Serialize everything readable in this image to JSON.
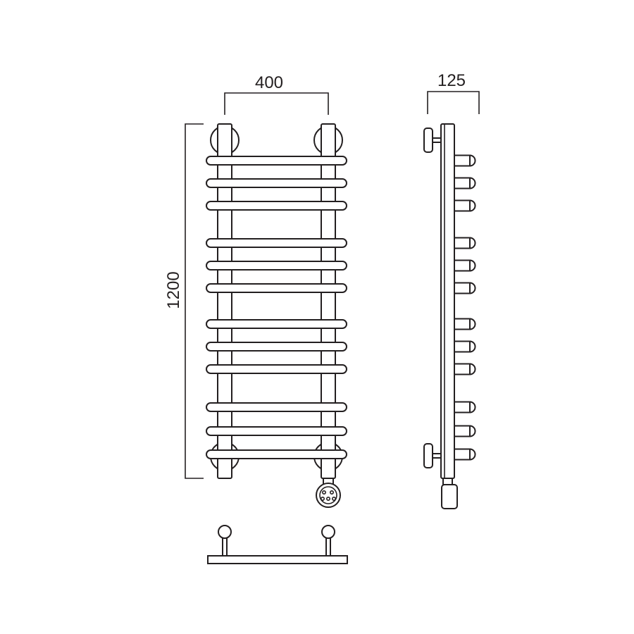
{
  "dimensions": {
    "width": "400",
    "depth": "125",
    "height": "1200"
  },
  "front_view": {
    "rung_count": 12
  },
  "side_view": {
    "rung_count": 12
  },
  "top_view": {
    "post_count": 2
  },
  "colors": {
    "line": "#231f20",
    "background": "#ffffff"
  }
}
